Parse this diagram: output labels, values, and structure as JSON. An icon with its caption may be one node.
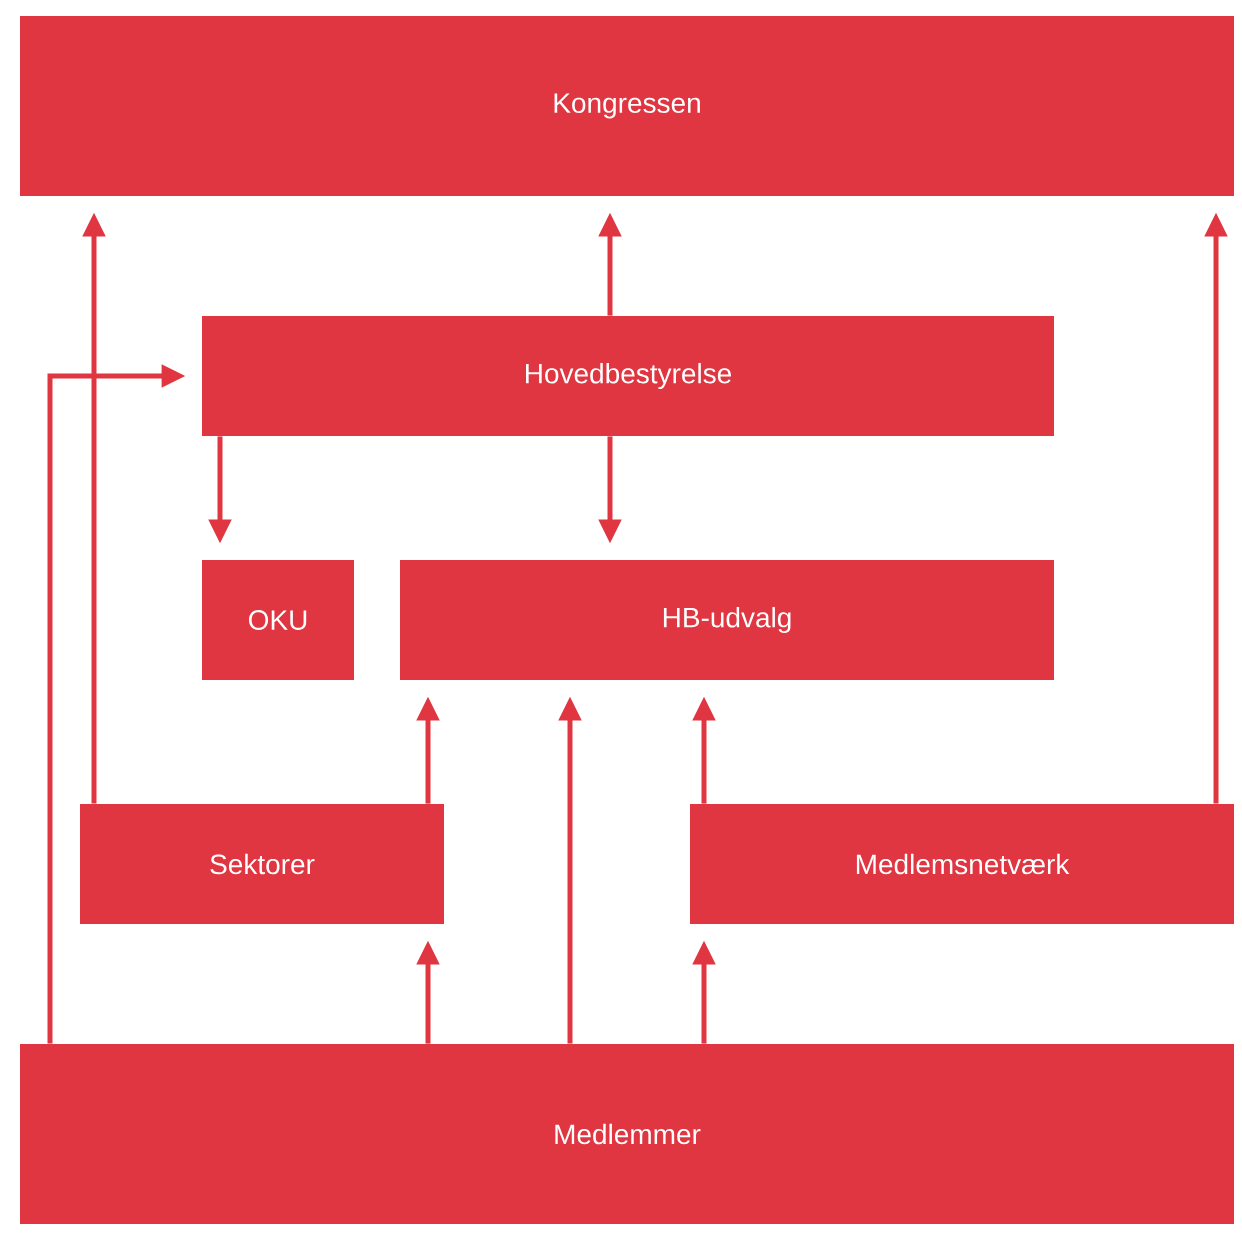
{
  "diagram": {
    "nodes": [
      {
        "text": [
          "Kongressen"
        ]
      },
      {
        "text": [
          "Hovedbestyrelse"
        ]
      },
      {
        "text": [
          "OKU"
        ]
      },
      {
        "text": [
          "HB-udvalg"
        ]
      },
      {
        "text": [
          "Sektorer"
        ]
      },
      {
        "text": [
          "Medlemsnetværk"
        ]
      },
      {
        "text": [
          "Medlemmer"
        ]
      }
    ],
    "edges": [
      {
        "from": 4,
        "to": 0,
        "arrow": "to"
      },
      {
        "from": 1,
        "to": 0,
        "arrow": "to"
      },
      {
        "from": 1,
        "to": 2,
        "arrow": "to"
      },
      {
        "from": 1,
        "to": 3,
        "arrow": "to"
      },
      {
        "from": 6,
        "to": 1,
        "arrow": "to"
      },
      {
        "from": 4,
        "to": 3,
        "arrow": "to"
      },
      {
        "from": 6,
        "to": 3,
        "arrow": "to"
      },
      {
        "from": 5,
        "to": 3,
        "arrow": "to"
      },
      {
        "from": 6,
        "to": 4,
        "arrow": "to"
      },
      {
        "from": 6,
        "to": 5,
        "arrow": "to"
      },
      {
        "from": 5,
        "to": 0,
        "arrow": "to"
      }
    ]
  }
}
